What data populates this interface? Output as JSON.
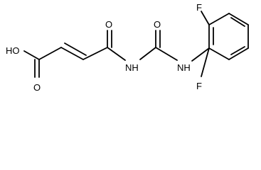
{
  "structure": {
    "atom_labels": {
      "fluorine_top": "F",
      "fluorine_bottom": "F",
      "hydroxyl": "HO",
      "acid_carbonyl_oxygen": "O",
      "amide_carbonyl_oxygen": "O",
      "urea_carbonyl_oxygen": "O",
      "imide_nh": "NH",
      "aniline_nh": "NH"
    }
  }
}
